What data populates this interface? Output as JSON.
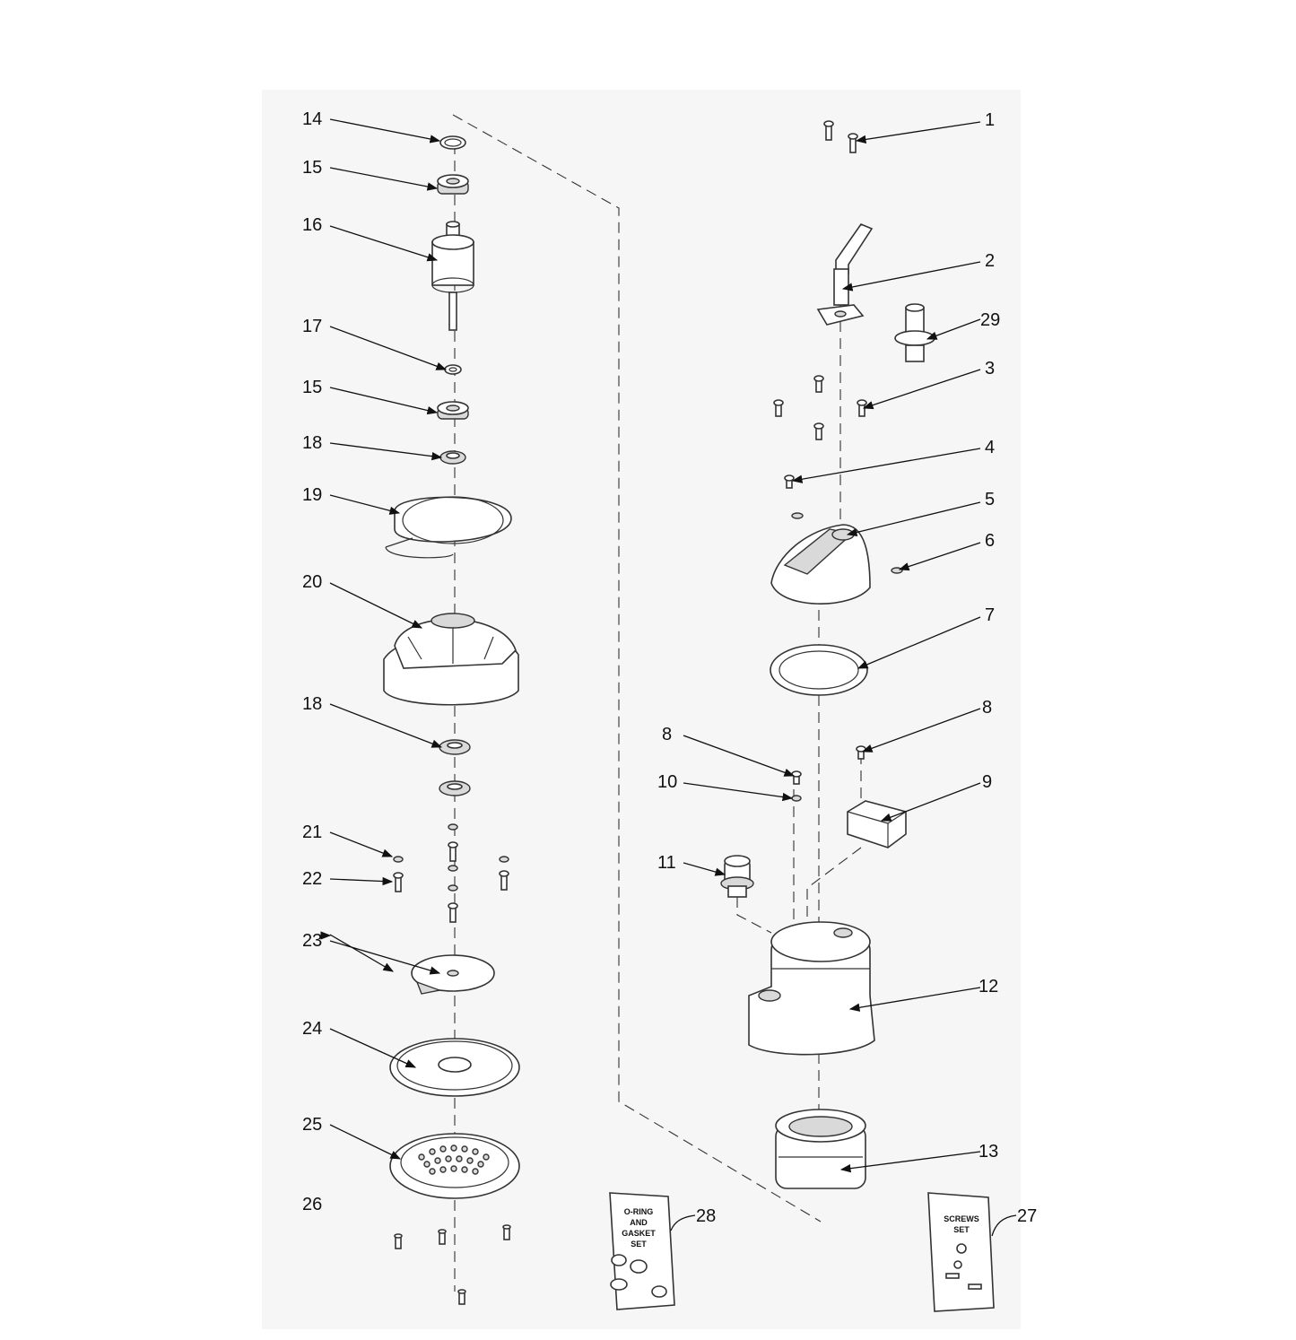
{
  "diagram": {
    "callouts": [
      {
        "label": "1"
      },
      {
        "label": "2"
      },
      {
        "label": "3"
      },
      {
        "label": "4"
      },
      {
        "label": "5"
      },
      {
        "label": "6"
      },
      {
        "label": "7"
      },
      {
        "label": "8"
      },
      {
        "label": "8"
      },
      {
        "label": "9"
      },
      {
        "label": "10"
      },
      {
        "label": "11"
      },
      {
        "label": "12"
      },
      {
        "label": "13"
      },
      {
        "label": "14"
      },
      {
        "label": "15"
      },
      {
        "label": "15"
      },
      {
        "label": "16"
      },
      {
        "label": "17"
      },
      {
        "label": "18"
      },
      {
        "label": "18"
      },
      {
        "label": "19"
      },
      {
        "label": "20"
      },
      {
        "label": "21"
      },
      {
        "label": "22"
      },
      {
        "label": "23"
      },
      {
        "label": "24"
      },
      {
        "label": "25"
      },
      {
        "label": "26"
      },
      {
        "label": "27"
      },
      {
        "label": "28"
      },
      {
        "label": "29"
      }
    ],
    "kits": {
      "oring_kit": [
        "O-RING",
        "AND",
        "GASKET",
        "SET"
      ],
      "screws_kit": [
        "SCREWS",
        "SET"
      ]
    }
  }
}
